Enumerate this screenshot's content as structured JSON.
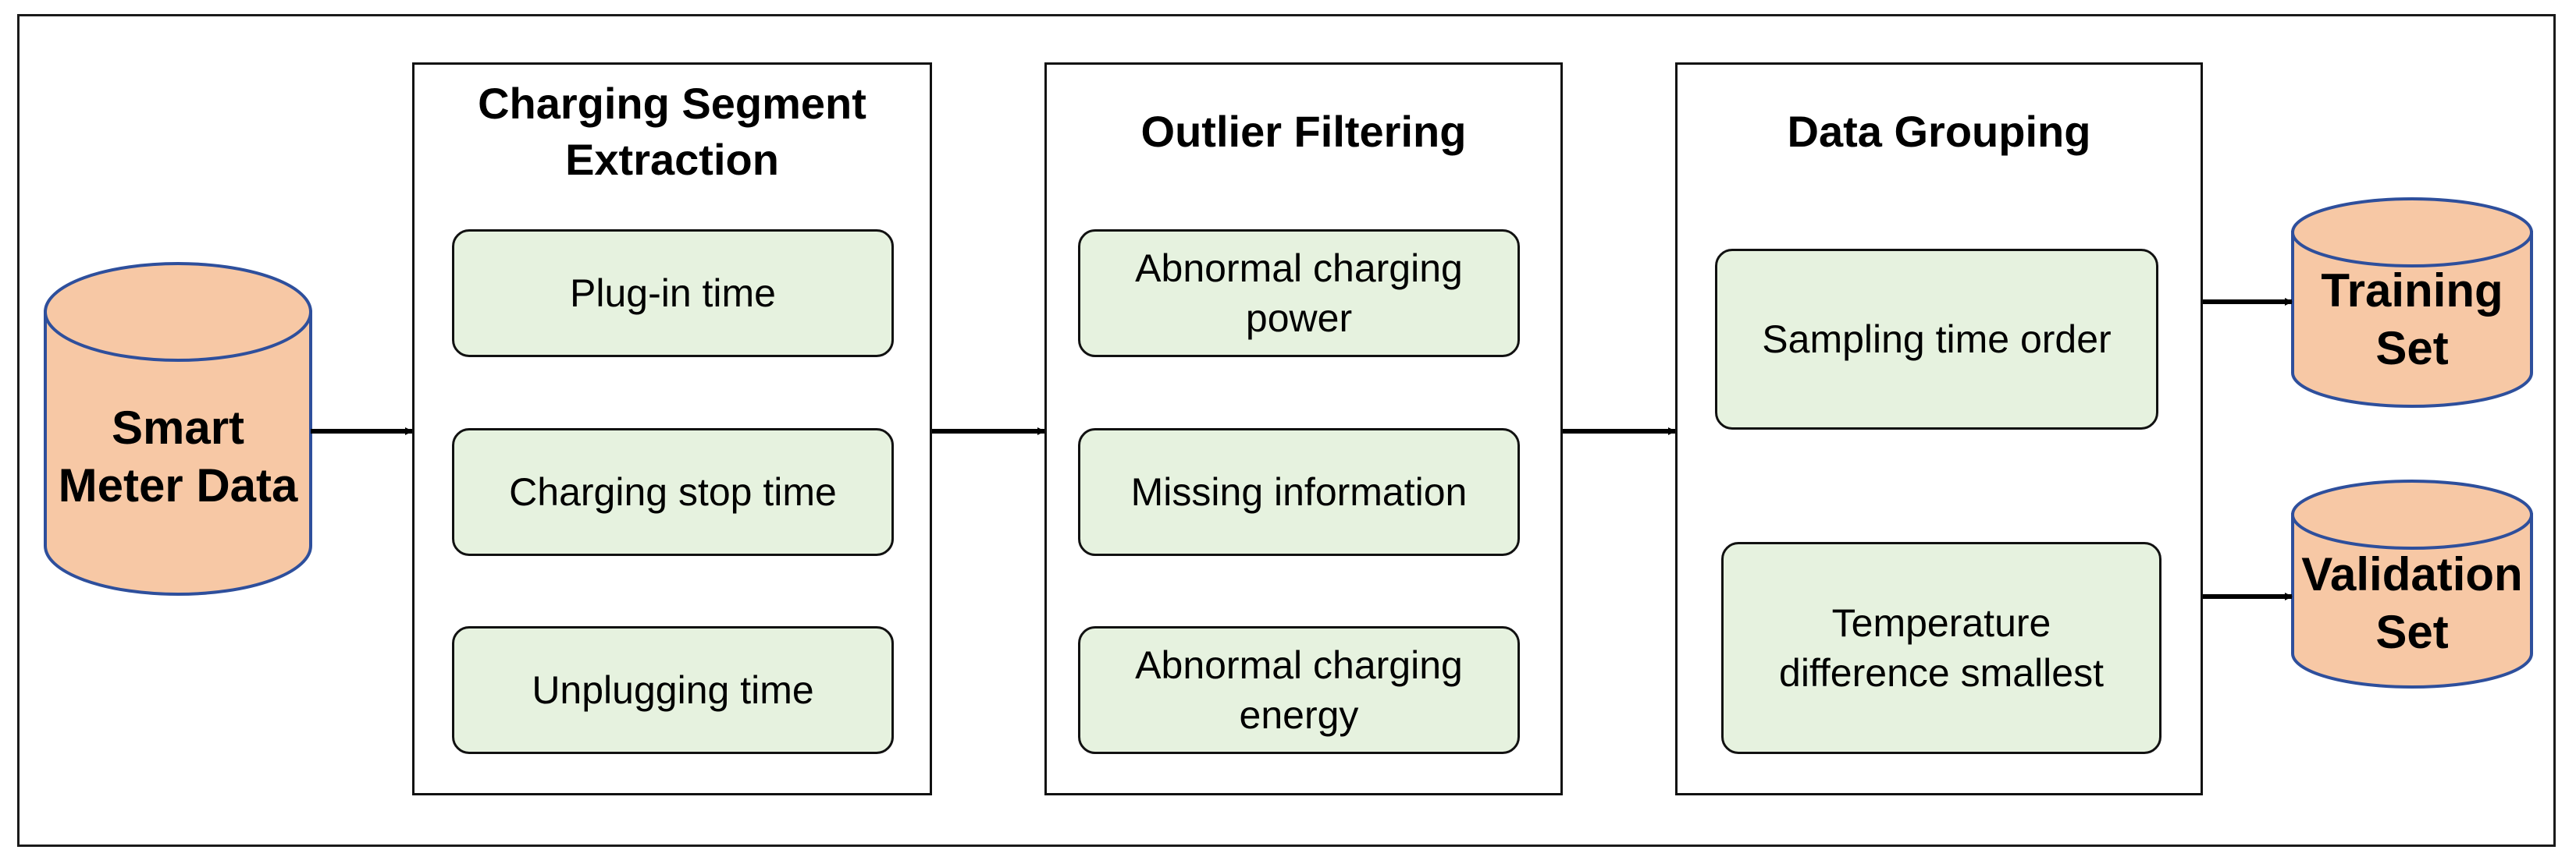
{
  "source": {
    "line1": "Smart",
    "line2": "Meter Data"
  },
  "panels": [
    {
      "title_line1": "Charging Segment",
      "title_line2": "Extraction",
      "steps": [
        {
          "line1": "Plug-in time"
        },
        {
          "line1": "Charging stop time"
        },
        {
          "line1": "Unplugging time"
        }
      ]
    },
    {
      "title_line1": "Outlier Filtering",
      "steps": [
        {
          "line1": "Abnormal charging",
          "line2": "power"
        },
        {
          "line1": "Missing information"
        },
        {
          "line1": "Abnormal charging",
          "line2": "energy"
        }
      ]
    },
    {
      "title_line1": "Data Grouping",
      "steps": [
        {
          "line1": "Sampling time order"
        },
        {
          "line1": "Temperature",
          "line2": "difference smallest"
        }
      ]
    }
  ],
  "outputs": [
    {
      "line1": "Training",
      "line2": "Set"
    },
    {
      "line1": "Validation",
      "line2": "Set"
    }
  ],
  "colors": {
    "cylinder_fill": "#f7c8a5",
    "cylinder_stroke": "#2e4f9c",
    "step_fill": "#e6f2df",
    "arrow": "#000000"
  }
}
